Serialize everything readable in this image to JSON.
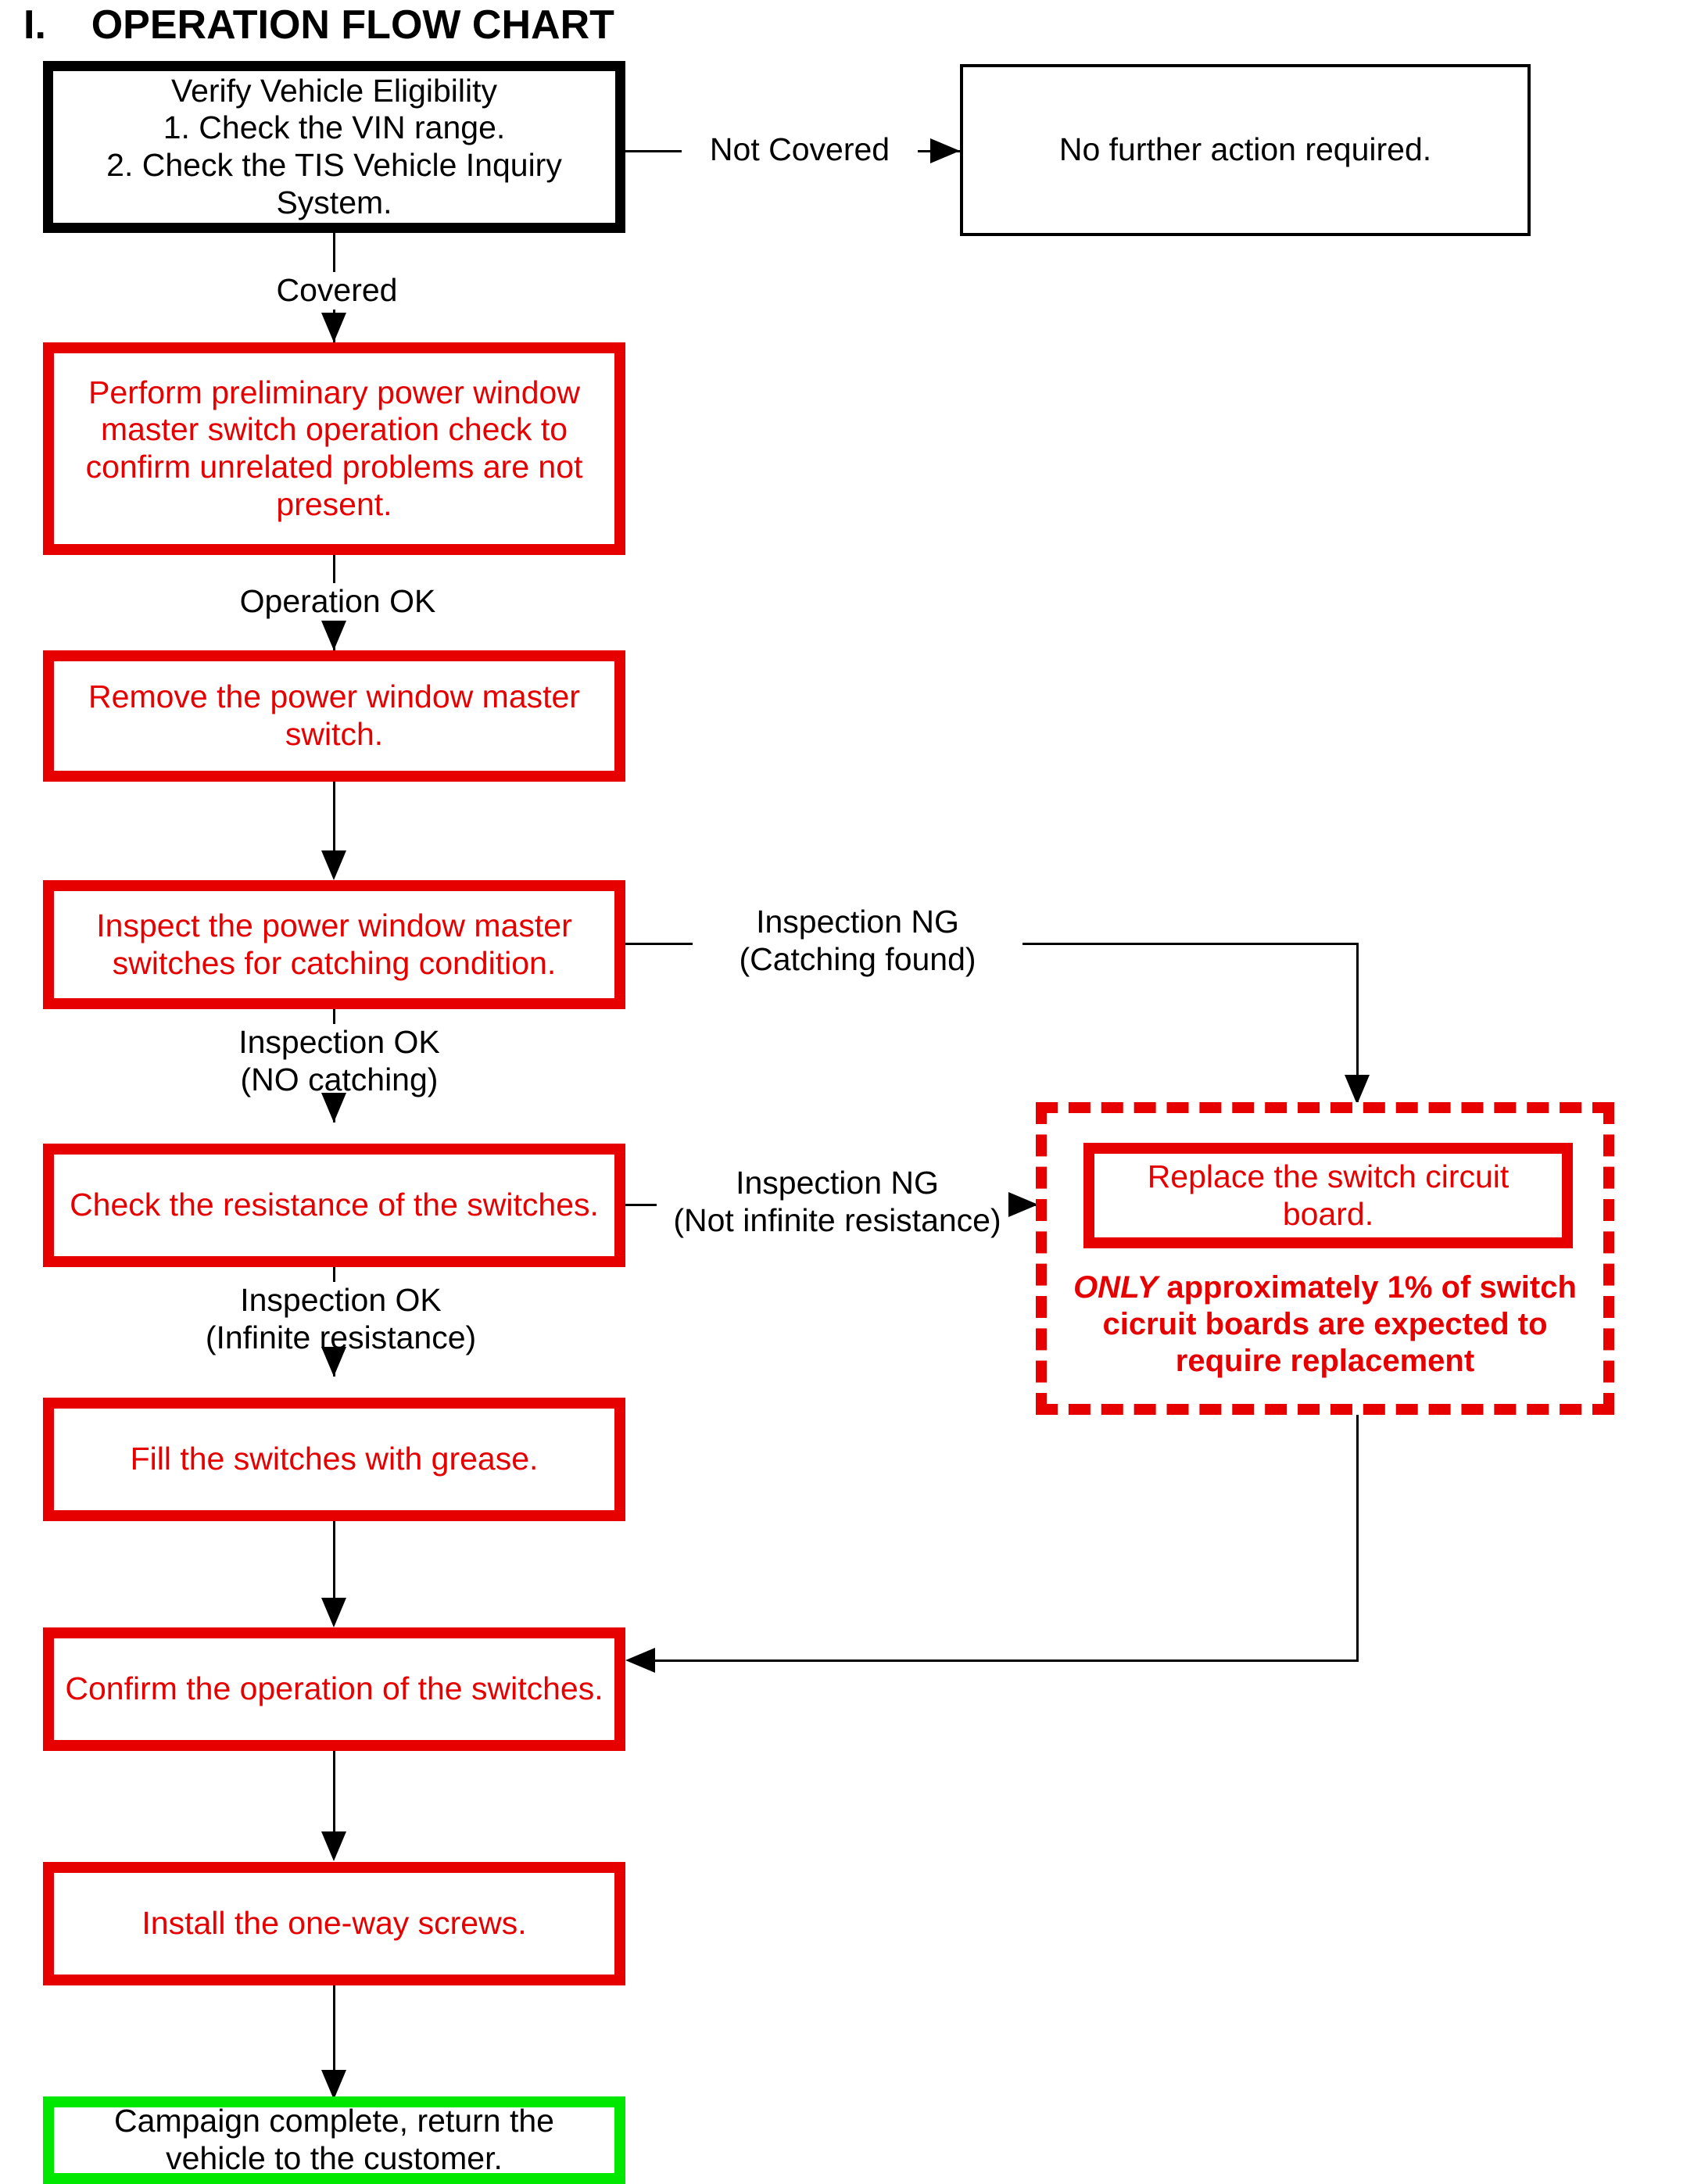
{
  "page": {
    "title_number": "I.",
    "title_text": "OPERATION FLOW CHART",
    "colors": {
      "red": "#e60000",
      "green": "#00e800",
      "black": "#000000",
      "background": "#ffffff"
    }
  },
  "nodes": {
    "verify_eligibility": {
      "text": "Verify Vehicle Eligibility\n1. Check the VIN range.\n2. Check the TIS Vehicle Inquiry System.",
      "style": "black-thick"
    },
    "no_action": {
      "text": "No further action required.",
      "style": "black-thin"
    },
    "preliminary_check": {
      "text": "Perform preliminary power window master switch operation check to confirm unrelated problems are not present.",
      "style": "red"
    },
    "remove_switch": {
      "text": "Remove the power window master switch.",
      "style": "red"
    },
    "inspect_catching": {
      "text": "Inspect the power window master switches for catching condition.",
      "style": "red"
    },
    "check_resistance": {
      "text": "Check the resistance of the switches.",
      "style": "red"
    },
    "fill_grease": {
      "text": "Fill the switches with grease.",
      "style": "red"
    },
    "confirm_operation": {
      "text": "Confirm the operation of the switches.",
      "style": "red"
    },
    "install_screws": {
      "text": "Install the one-way screws.",
      "style": "red"
    },
    "campaign_complete": {
      "text": "Campaign complete, return the vehicle to the customer.",
      "style": "green"
    },
    "replace_board": {
      "text": "Replace the switch circuit board.",
      "style": "red"
    },
    "replace_note": {
      "emphasis": "ONLY",
      "text": " approximately 1% of switch cicruit boards are expected to require replacement",
      "style": "red-bold"
    }
  },
  "edges": {
    "not_covered": "Not Covered",
    "covered": "Covered",
    "operation_ok": "Operation OK",
    "inspection_ng_catching": "Inspection NG\n(Catching found)",
    "inspection_ok_no_catching": "Inspection OK\n(NO catching)",
    "inspection_ng_resistance": "Inspection NG\n(Not infinite resistance)",
    "inspection_ok_infinite": "Inspection OK\n(Infinite resistance)"
  }
}
